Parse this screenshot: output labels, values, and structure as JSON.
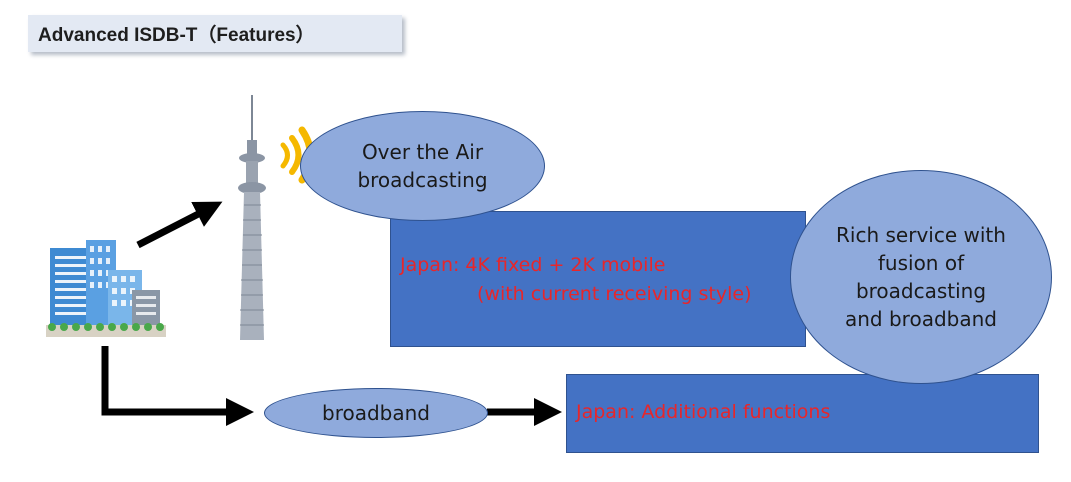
{
  "title": "Advanced ISDB-T（Features）",
  "ota_label": "Over the Air broadcasting",
  "broadband_label": "broadband",
  "rich_service_label": "Rich service with fusion of broadcasting and broadband",
  "japan_4k_line1": "Japan: 4K fixed + 2K mobile",
  "japan_4k_line2": "(with current receiving style)",
  "japan_additional": "Japan: Additional functions",
  "icons": [
    "buildings-icon",
    "broadcast-tower-icon",
    "signal-waves-icon"
  ],
  "colors": {
    "box_blue": "#4472c4",
    "ellipse_blue": "#8faadc",
    "red_text": "#e8262a",
    "title_bg": "#e3e9f3"
  }
}
